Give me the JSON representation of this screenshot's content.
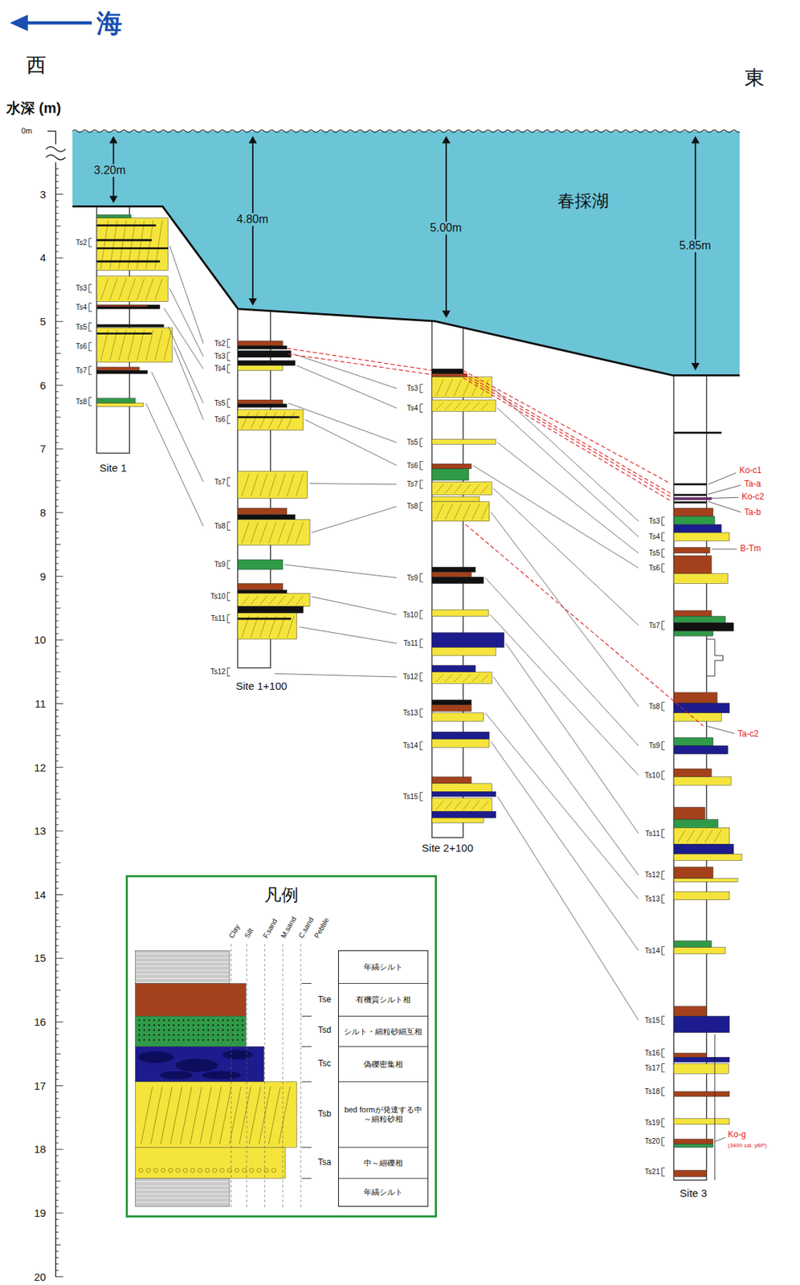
{
  "diagram": {
    "nodes": [
      {
        "text": [
          "春採湖"
        ]
      },
      {
        "text": [
          "Site 1"
        ]
      },
      {
        "text": [
          "Site 1+100"
        ]
      },
      {
        "text": [
          "Site 2+100"
        ]
      },
      {
        "text": [
          "Site 3"
        ]
      },
      {
        "text": [
          "凡例"
        ]
      }
    ],
    "labels": [
      "海",
      "西",
      "東",
      "水深 (m)",
      "0m",
      "3",
      "4",
      "5",
      "6",
      "7",
      "8",
      "9",
      "10",
      "11",
      "12",
      "13",
      "14",
      "15",
      "16",
      "17",
      "18",
      "19",
      "20",
      "3.20m",
      "4.80m",
      "5.00m",
      "5.85m",
      "Ts2",
      "Ts3",
      "Ts4",
      "Ts5",
      "Ts6",
      "Ts7",
      "Ts8",
      "Ts2",
      "Ts3",
      "Ts4",
      "Ts5",
      "Ts6",
      "Ts7",
      "Ts8",
      "Ts9",
      "Ts10",
      "Ts11",
      "Ts12",
      "Ts3",
      "Ts4",
      "Ts5",
      "Ts6",
      "Ts7",
      "Ts8",
      "Ts9",
      "Ts10",
      "Ts11",
      "Ts12",
      "Ts13",
      "Ts14",
      "Ts15",
      "Ts3",
      "Ts4",
      "Ts5",
      "Ts6",
      "Ts7",
      "Ts8",
      "Ts9",
      "Ts10",
      "Ts11",
      "Ts12",
      "Ts13",
      "Ts14",
      "Ts15",
      "Ts16",
      "Ts17",
      "Ts18",
      "Ts19",
      "Ts20",
      "Ts21",
      "Ko-c1",
      "Ta-a",
      "Ko-c2",
      "Ta-b",
      "B-Tm",
      "Ta-c2",
      "Ko-g",
      "(3400 cal. yBP)",
      "Clay",
      "Silt",
      "F.sand",
      "M.sand",
      "C.sand",
      "Pebble",
      "Tse",
      "Tsd",
      "Tsc",
      "Tsb",
      "Tsa"
    ],
    "legend": [
      {
        "text": "年縞シルト",
        "color": "#c9c9c9"
      },
      {
        "text": "有機質シルト相",
        "color": "#a3411c"
      },
      {
        "text": "シルト・細粒砂細互相",
        "color": "#2f9a48"
      },
      {
        "text": "偽礫密集相",
        "color": "#1c1c8e"
      },
      {
        "text": "bed formが発達する中～細粒砂相",
        "color": "#f4e43c"
      },
      {
        "text": "中～細礫相",
        "color": "#f4e43c"
      },
      {
        "text": "年縞シルト",
        "color": "#c9c9c9"
      }
    ]
  }
}
